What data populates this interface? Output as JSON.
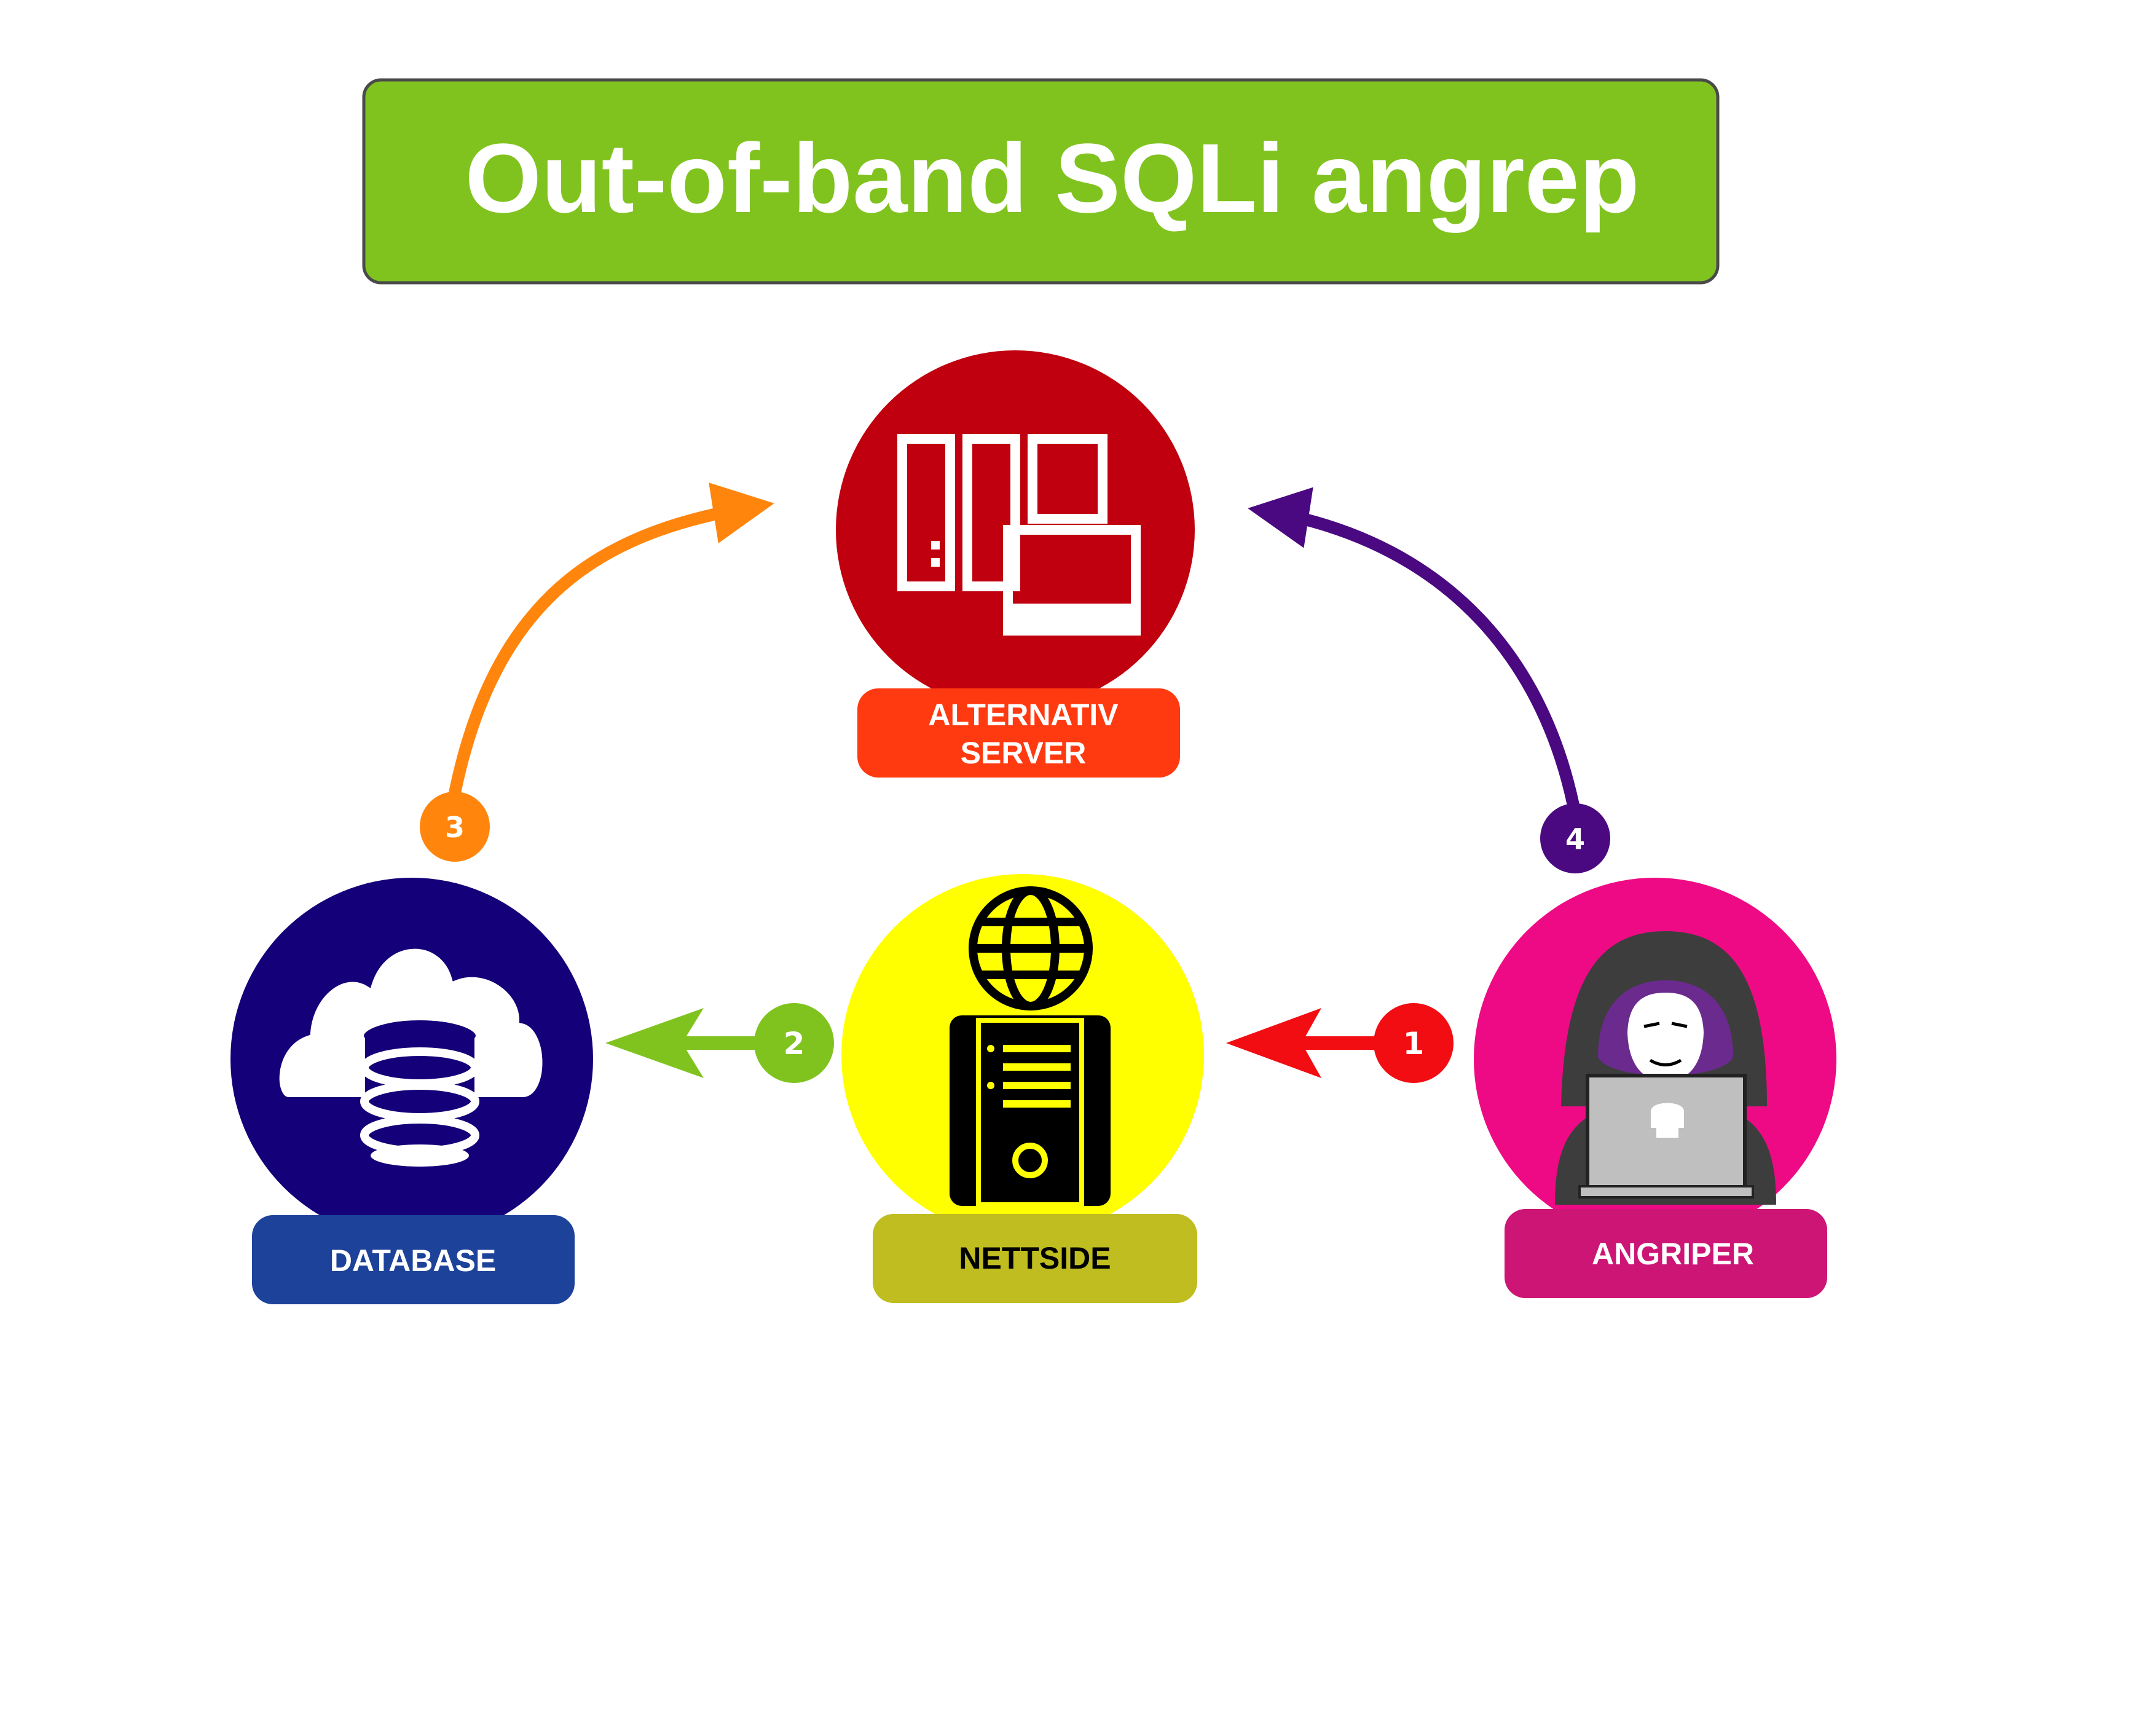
{
  "title": "Out-of-band SQLi angrep",
  "nodes": {
    "server": {
      "line1": "ALTERNATIV",
      "line2": "SERVER",
      "color": "#c0000e",
      "label_color": "#ff3a10"
    },
    "database": {
      "label": "DATABASE",
      "color": "#140078",
      "label_color": "#1d429a"
    },
    "website": {
      "label": "NETTSIDE",
      "color": "#ffff00",
      "label_color": "#bfbd1f"
    },
    "attacker": {
      "label": "ANGRIPER",
      "color": "#ee0a84",
      "label_color": "#cd1575"
    }
  },
  "steps": {
    "s1": {
      "number": "1",
      "color": "#f20d12"
    },
    "s2": {
      "number": "2",
      "color": "#80c31f"
    },
    "s3": {
      "number": "3",
      "color": "#ff850d"
    },
    "s4": {
      "number": "4",
      "color": "#4a0980"
    }
  },
  "colors": {
    "title_bg": "#80c31f",
    "title_border": "#4a4a4a",
    "title_text": "#ffffff"
  }
}
